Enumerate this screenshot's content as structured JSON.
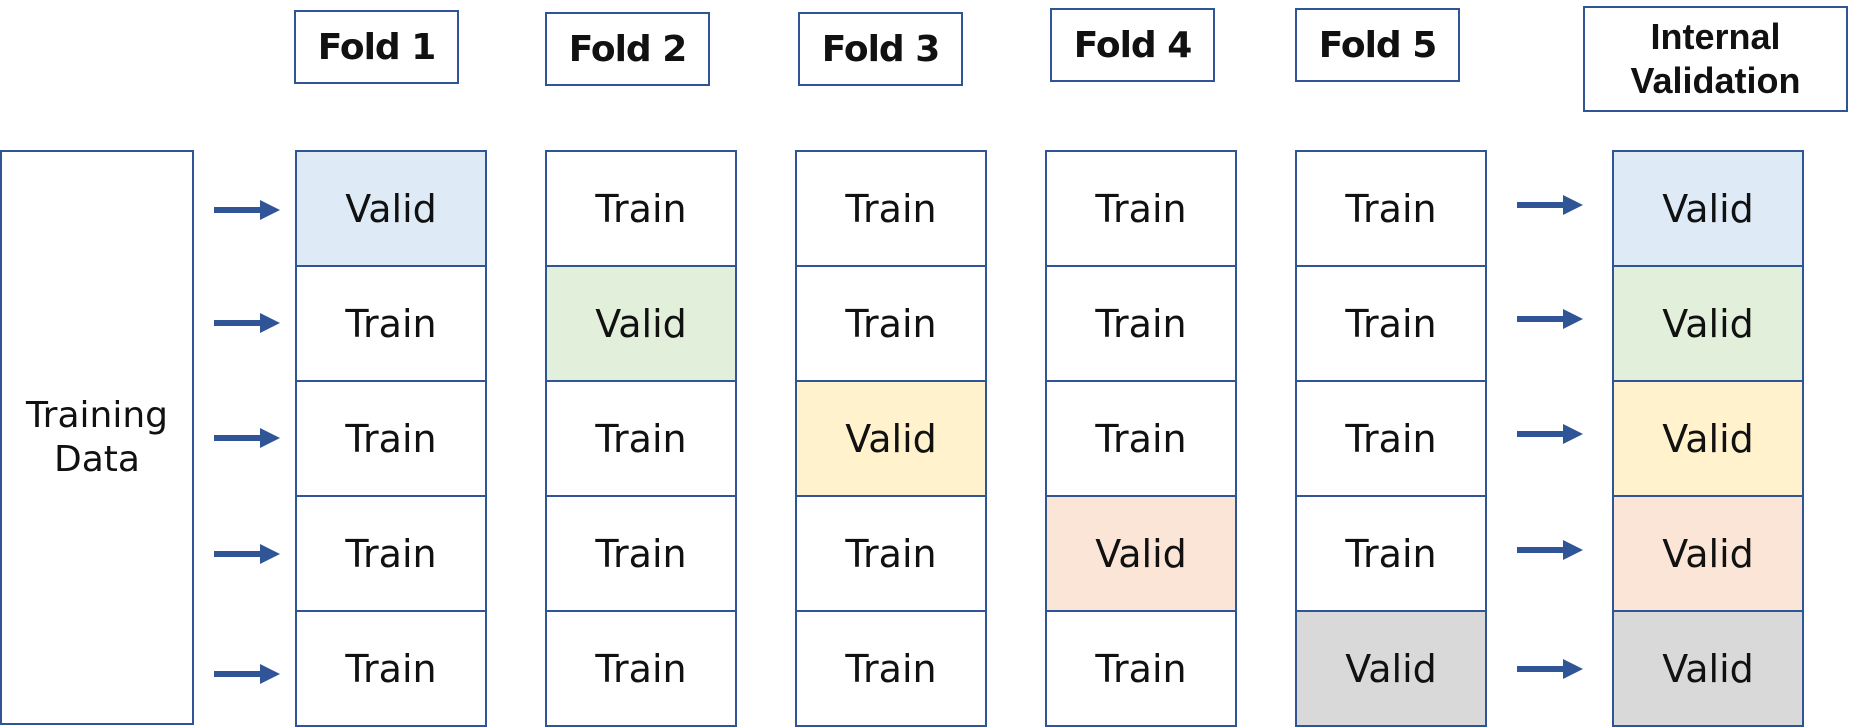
{
  "training_data_label": "Training Data",
  "folds": [
    {
      "header": "Fold 1",
      "cells": [
        "Valid",
        "Train",
        "Train",
        "Train",
        "Train"
      ]
    },
    {
      "header": "Fold 2",
      "cells": [
        "Train",
        "Valid",
        "Train",
        "Train",
        "Train"
      ]
    },
    {
      "header": "Fold 3",
      "cells": [
        "Train",
        "Train",
        "Valid",
        "Train",
        "Train"
      ]
    },
    {
      "header": "Fold 4",
      "cells": [
        "Train",
        "Train",
        "Train",
        "Valid",
        "Train"
      ]
    },
    {
      "header": "Fold 5",
      "cells": [
        "Train",
        "Train",
        "Train",
        "Train",
        "Valid"
      ]
    }
  ],
  "internal_validation": {
    "header": "Internal Validation",
    "cells": [
      "Valid",
      "Valid",
      "Valid",
      "Valid",
      "Valid"
    ]
  },
  "colors": {
    "border": "#2f5597",
    "arrow": "#2f5597",
    "valid_row_fills": [
      "#deebf7",
      "#e2efda",
      "#fff2cc",
      "#fbe5d6",
      "#d9d9d9"
    ],
    "train_fill": "#ffffff"
  }
}
